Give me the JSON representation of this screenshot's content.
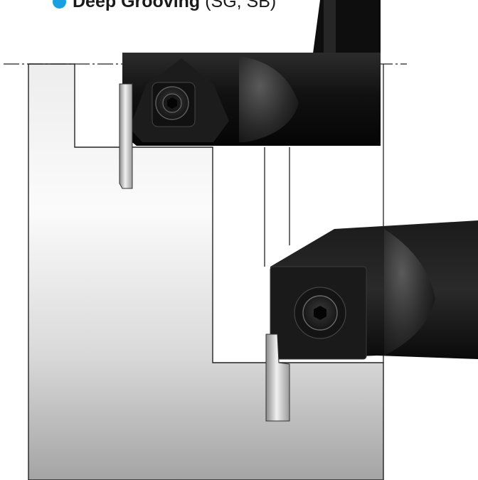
{
  "header": {
    "title": "Deep Grooving",
    "subtitle": "(SG, SB)",
    "bullet_color": "#1aa0e0"
  },
  "colors": {
    "workpiece_light": "#f7f7f7",
    "workpiece_dark": "#a9a9a9",
    "outline": "#222222",
    "tool_body": "#0d0d0d",
    "insert_metal": "#d8d8d8"
  },
  "icons": {
    "bullet": "circle-bullet",
    "clamp_screw": "hex-socket-screw"
  }
}
